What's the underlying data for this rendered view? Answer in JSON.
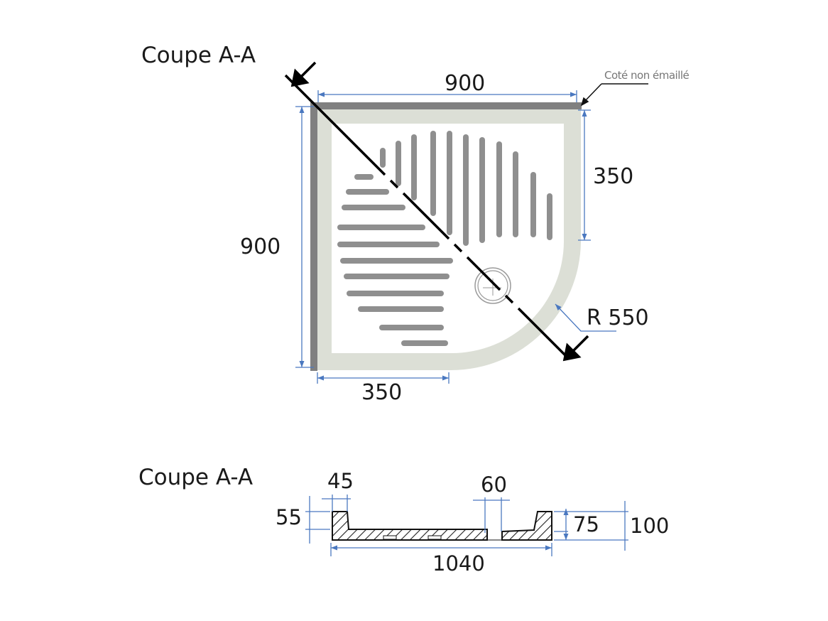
{
  "top_view": {
    "title": "Coupe A-A",
    "dims": {
      "width": "900",
      "height": "900",
      "right_straight": "350",
      "bottom_straight": "350",
      "radius": "R 550"
    },
    "note": "Coté non émaillé"
  },
  "section_view": {
    "title": "Coupe A-A",
    "dims": {
      "rim_width": "45",
      "rim_height": "55",
      "drain_width": "60",
      "inner_depth": "75",
      "total_height": "100",
      "total_length": "1040"
    }
  },
  "colors": {
    "dimension_line": "#4a78c0",
    "tray_fill": "#dcdfd6",
    "unenamelled_edge": "#808080",
    "grooves": "#8f8f8f",
    "cut_line": "#000000"
  }
}
